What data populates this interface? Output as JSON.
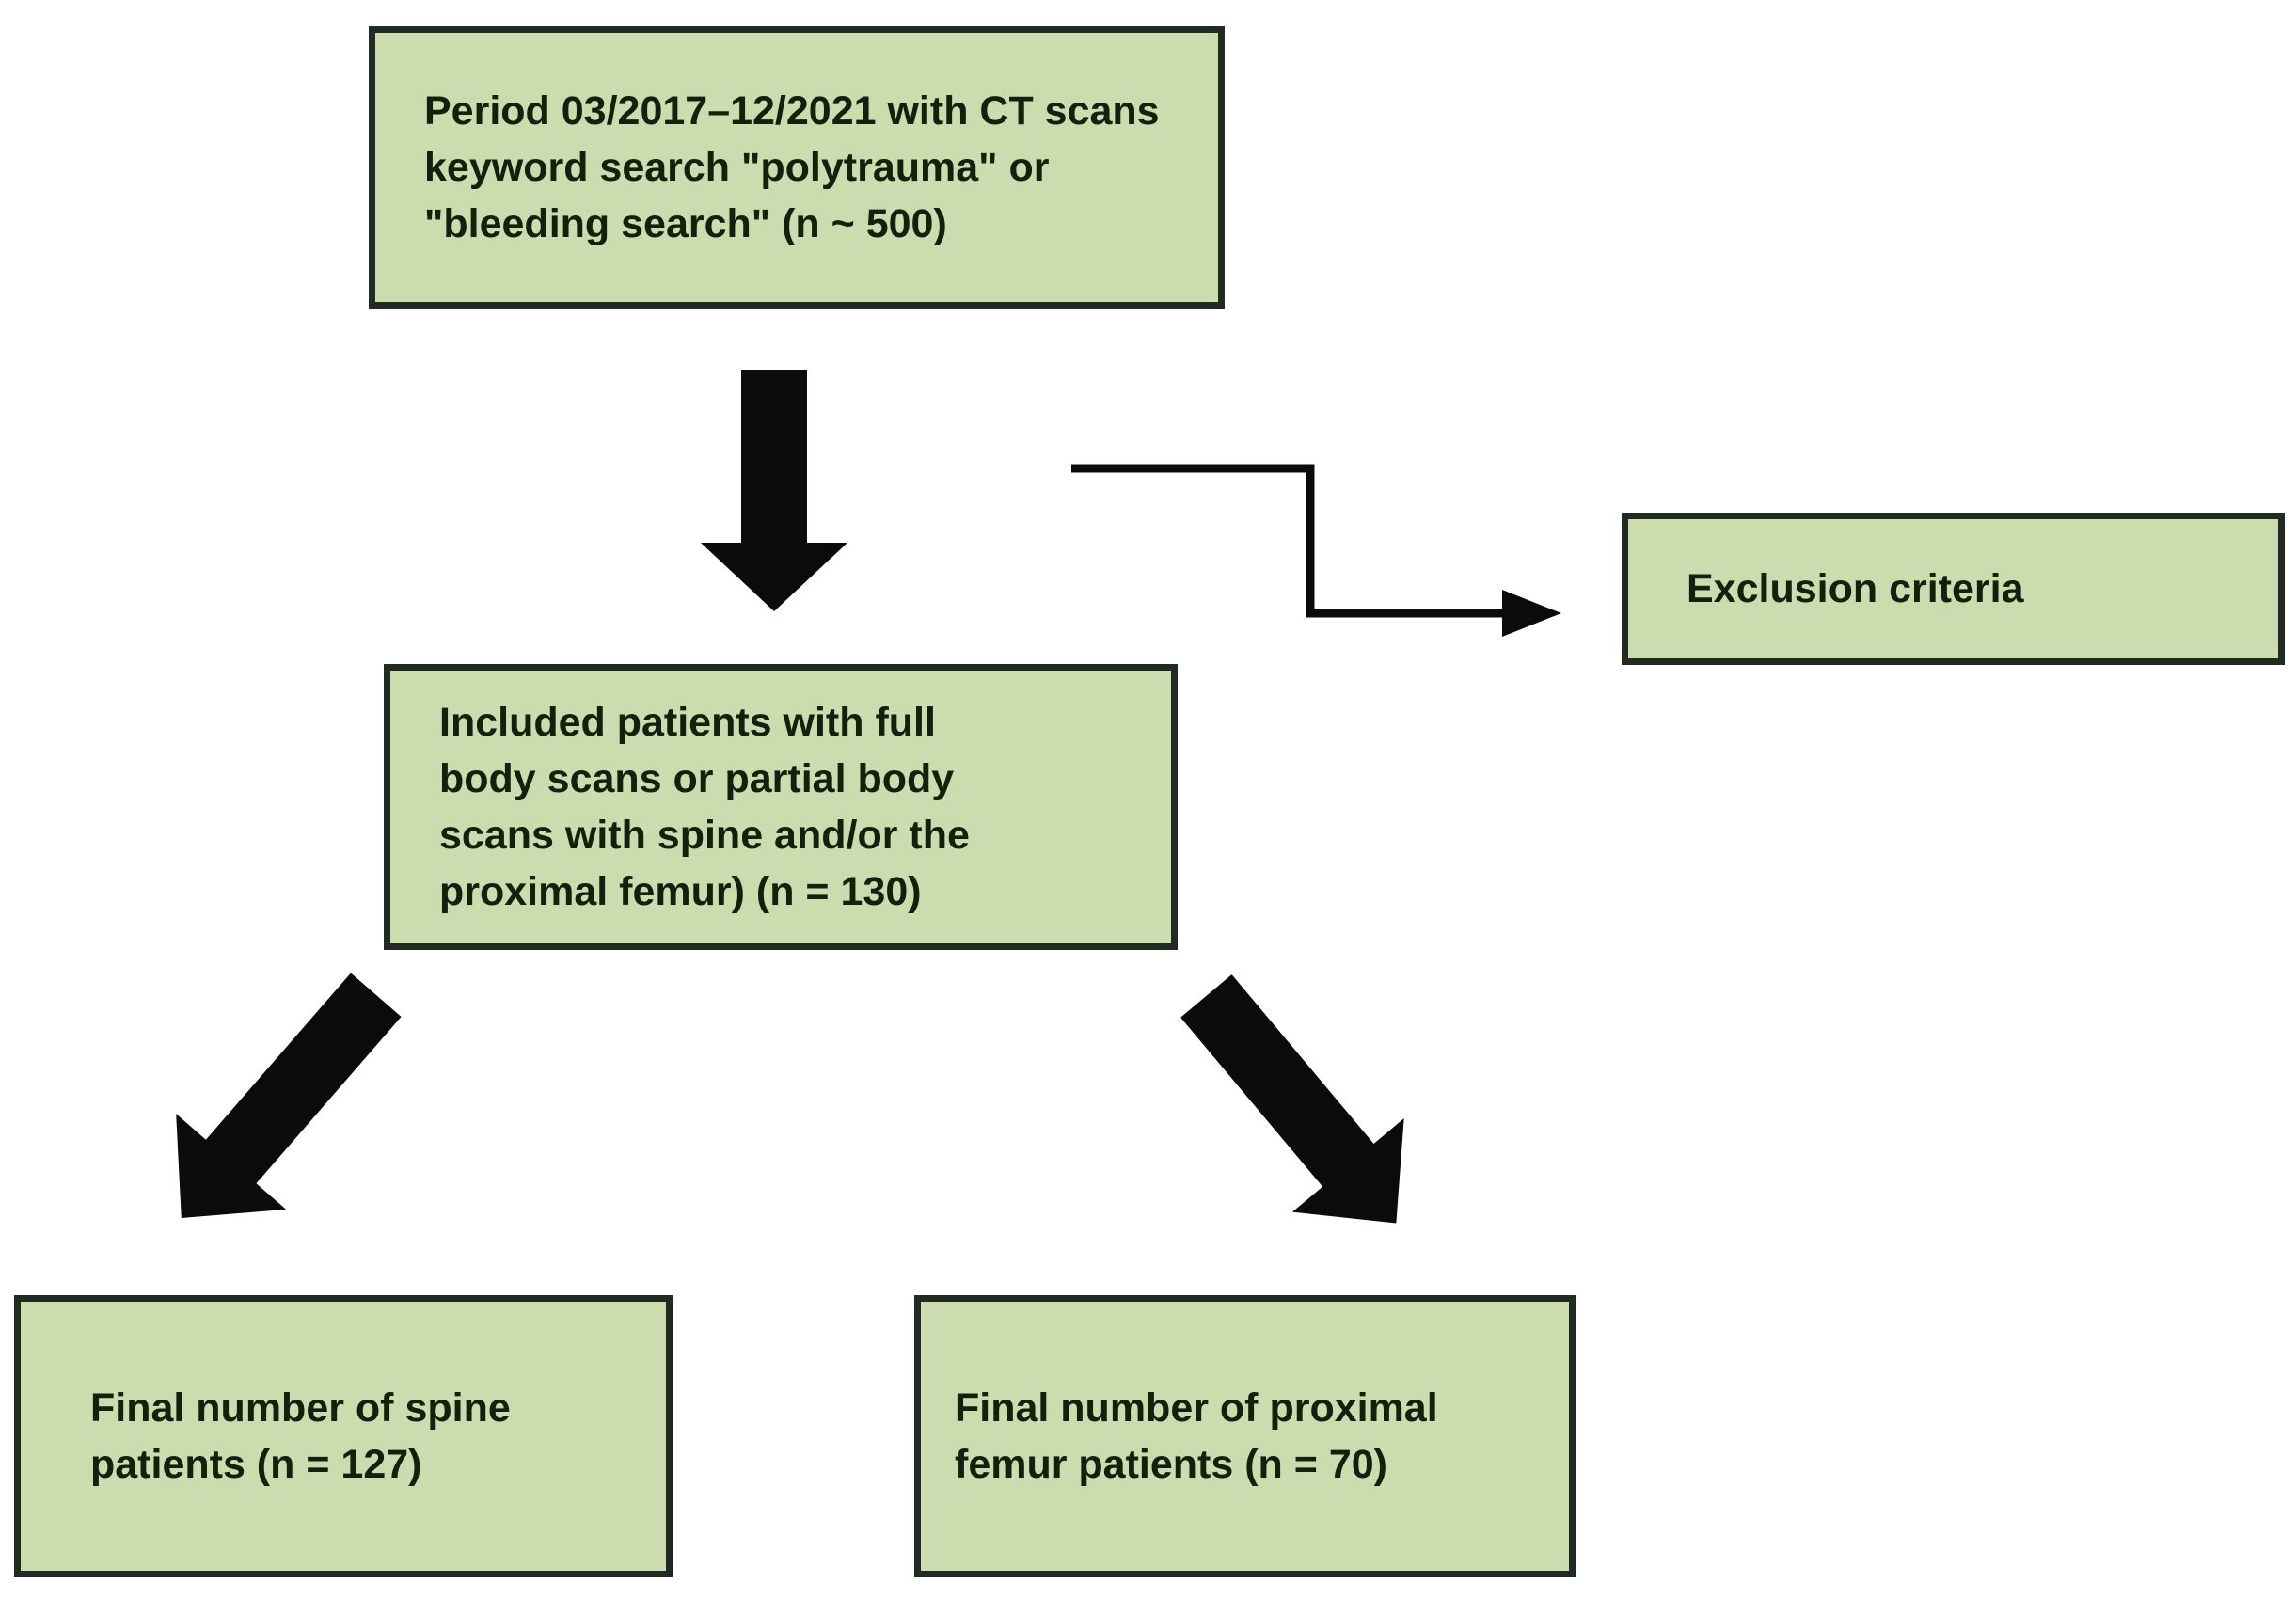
{
  "figure": {
    "type": "flowchart",
    "description": "Patient selection flow diagram with green boxes and black arrows",
    "background_color": "#ffffff"
  },
  "palette": {
    "node_fill": "#cbdcaf",
    "node_border": "#222b22",
    "text_color": "#141f0d",
    "arrow_color": "#0b0b0b"
  },
  "nodes": {
    "source": {
      "label": "Period 03/2017–12/2021 with CT scans\nkeyword search \"polytrauma\" or\n\"bleeding search\" (n ~ 500)",
      "n_value": "n ~ 500"
    },
    "exclusion": {
      "label": "Exclusion criteria"
    },
    "included": {
      "label": "Included patients with full\nbody scans or partial body\nscans with spine and/or the\nproximal femur) (n = 130)",
      "n_value": "n = 130"
    },
    "spine": {
      "label": "Final number of spine\npatients (n = 127)",
      "n_value": "n = 127"
    },
    "femur": {
      "label": "Final number of proximal\nfemur patients (n = 70)",
      "n_value": "n = 70"
    }
  },
  "edges": [
    {
      "from": "source",
      "to": "included",
      "style": "thick-block-arrow-down"
    },
    {
      "from": "source",
      "to": "exclusion",
      "style": "thin-elbow-arrow-right"
    },
    {
      "from": "included",
      "to": "spine",
      "style": "thick-block-arrow-diagonal-down-left"
    },
    {
      "from": "included",
      "to": "femur",
      "style": "thick-block-arrow-diagonal-down-right"
    }
  ]
}
